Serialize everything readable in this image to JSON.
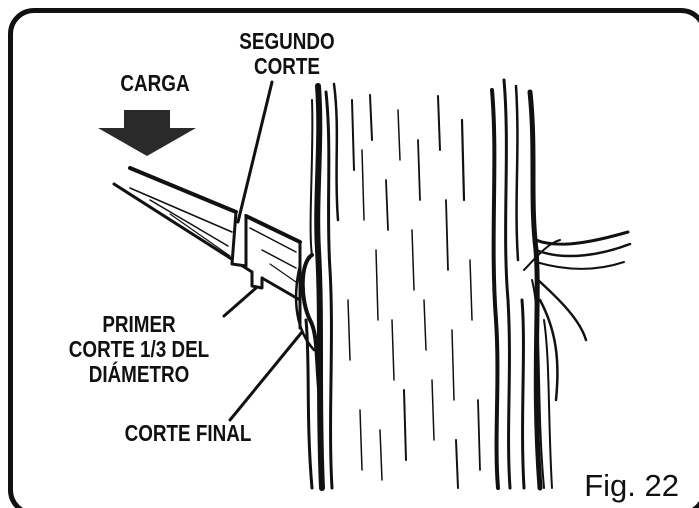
{
  "labels": {
    "segundo_corte_line1": "SEGUNDO",
    "segundo_corte_line2": "CORTE",
    "carga": "CARGA",
    "primer_corte_line1": "PRIMER",
    "primer_corte_line2": "CORTE 1/3 DEL",
    "primer_corte_line3": "DIÁMETRO",
    "corte_final": "CORTE FINAL",
    "figure": "Fig. 22"
  },
  "colors": {
    "ink": "#111111",
    "background": "#ffffff"
  },
  "icons": {
    "load_arrow": "down-arrow-icon"
  }
}
